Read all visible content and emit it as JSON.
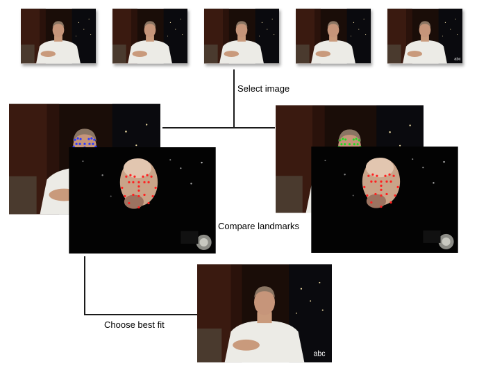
{
  "labels": {
    "select_image": "Select image",
    "compare_landmarks": "Compare landmarks",
    "choose_best_fit": "Choose best fit"
  },
  "watermark": {
    "network_logo": "abc"
  },
  "colors": {
    "landmarks_left": "#2f3cff",
    "landmarks_right": "#22dd22",
    "landmarks_model": "#ff2020",
    "connector": "#1a1a1a"
  }
}
